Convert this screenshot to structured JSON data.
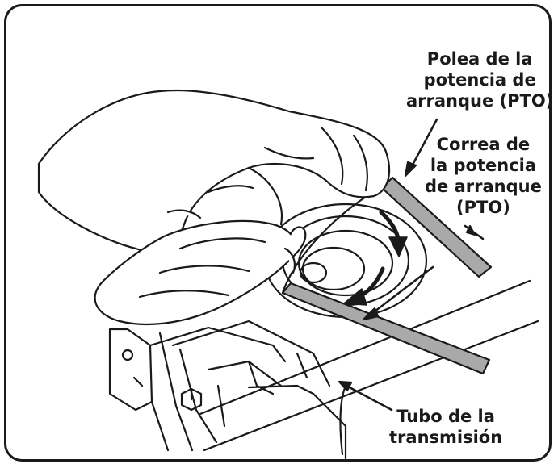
{
  "frame": {
    "border_color": "#1a1a1a",
    "background": "#ffffff"
  },
  "labels": {
    "pulley": {
      "line1": "Polea de la",
      "line2": "potencia de",
      "line3": "arranque (PTO)"
    },
    "belt": {
      "line1": "Correa de",
      "line2": "la potencia",
      "line3": "de arranque",
      "line4": "(PTO)"
    },
    "tube": {
      "line1": "Tubo de la",
      "line2": "transmisión"
    }
  },
  "colors": {
    "line": "#1a1a1a",
    "belt_fill": "#a9a9a9"
  }
}
